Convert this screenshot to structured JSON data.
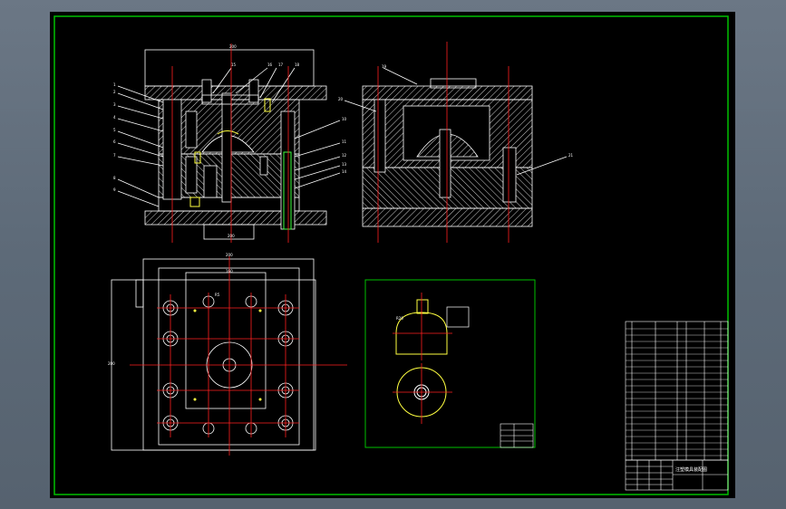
{
  "colors": {
    "background": "#000000",
    "frame": "#00c000",
    "line": "#ffffff",
    "center_line": "#ff2020",
    "hatch": "#d8d8d8",
    "highlight": "#ffff40",
    "chrome": "#5d6a78"
  },
  "front_view": {
    "dims": {
      "top_width": "200",
      "bottom_width": "200"
    },
    "leader_labels": [
      "1",
      "2",
      "3",
      "4",
      "5",
      "6",
      "7",
      "8",
      "9",
      "10",
      "11",
      "12",
      "13",
      "14",
      "15",
      "16",
      "17",
      "18"
    ]
  },
  "side_view": {
    "leader_labels": [
      "19",
      "20",
      "21"
    ]
  },
  "plan_view": {
    "dims": {
      "overall": "200",
      "inner": "160",
      "small": "R5",
      "height": "200"
    }
  },
  "part_view": {
    "label": "R20"
  },
  "title_block": {
    "drawing_title": "注塑模具装配图"
  }
}
